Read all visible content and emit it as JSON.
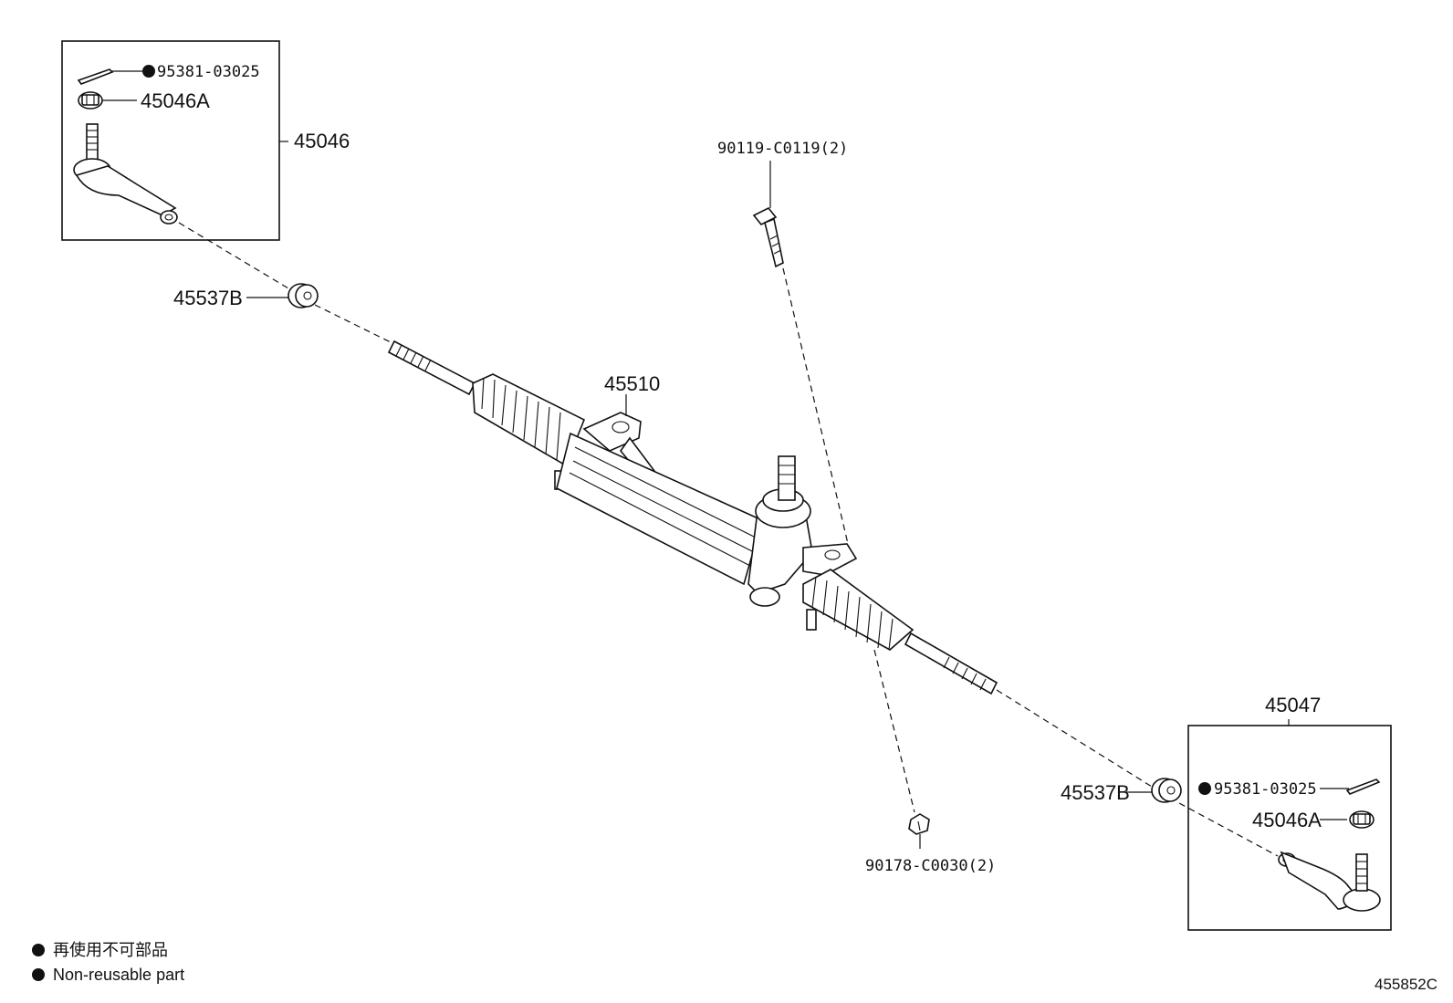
{
  "labels": {
    "box_left_part": "45046",
    "box_right_part": "45047",
    "cotter_pin_left": "95381-03025",
    "cotter_pin_right": "95381-03025",
    "nut_left": "45046A",
    "nut_right": "45046A",
    "boot_clip_left": "45537B",
    "boot_clip_right": "45537B",
    "rack_assembly": "45510",
    "bolt": "90119-C0119(2)",
    "nut_bottom": "90178-C0030(2)"
  },
  "legend": {
    "line_jp": "再使用不可部品",
    "line_en": "Non-reusable part"
  },
  "diagram_code": "455852C"
}
